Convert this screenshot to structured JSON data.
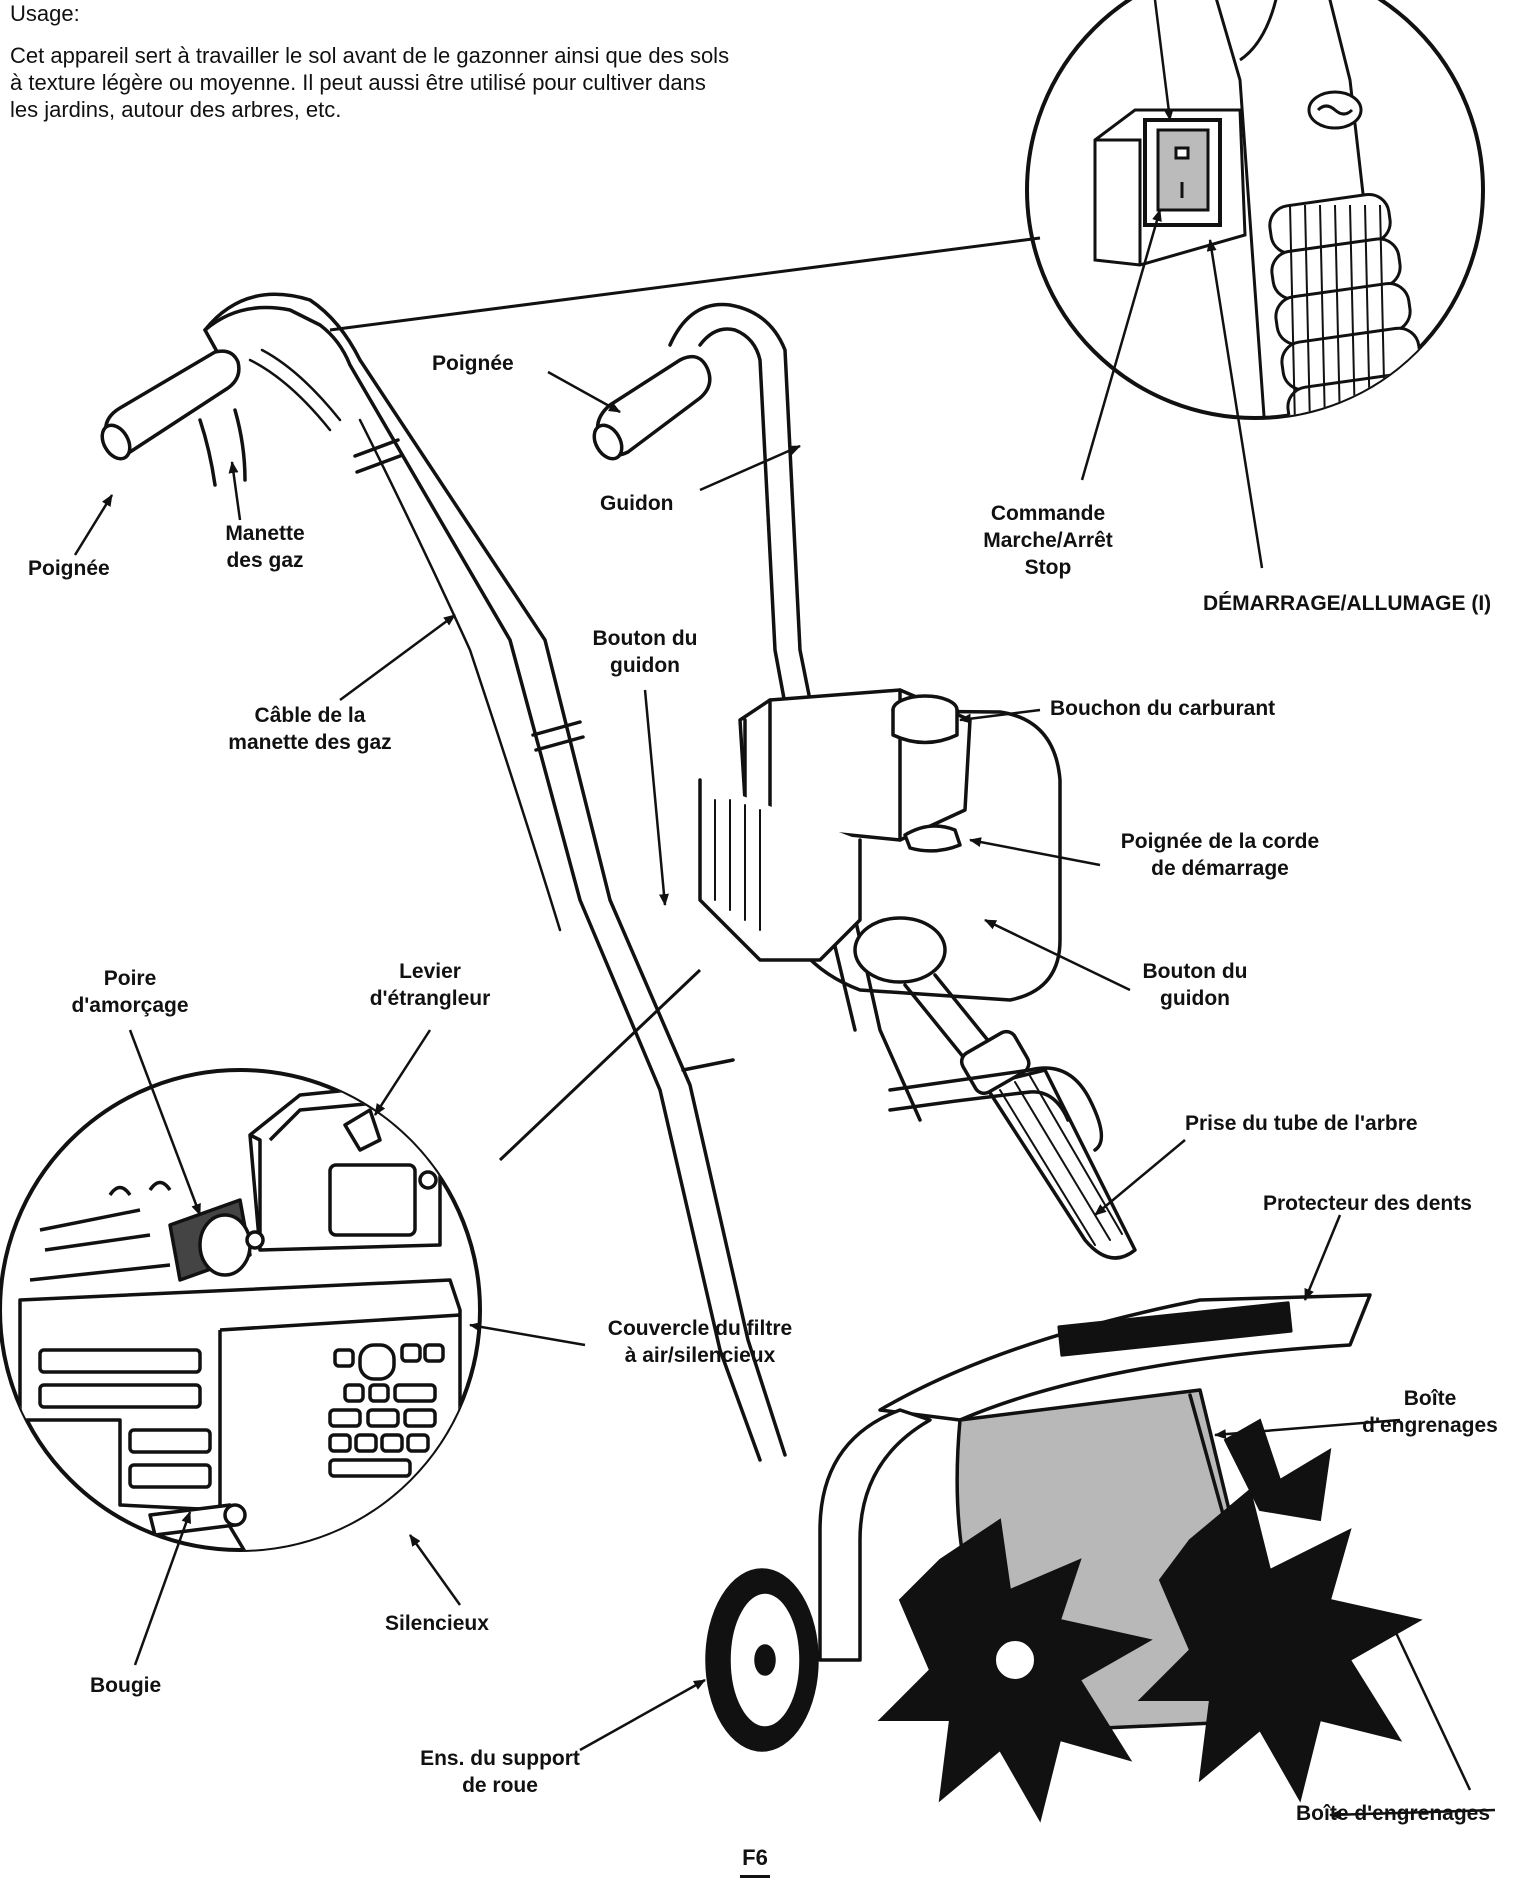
{
  "intro": {
    "heading": "Usage:",
    "text": "Cet appareil sert à travailler le sol avant de le gazonner ainsi que des sols à texture légère ou moyenne. Il peut aussi être utilisé pour cultiver dans les jardins, autour des arbres, etc."
  },
  "labels": {
    "poignee_left": "Poignée",
    "manette_gaz": "Manette\ndes gaz",
    "poignee_right": "Poignée",
    "guidon": "Guidon",
    "commande": "Commande\nMarche/Arrêt\nStop",
    "demarrage": "DÉMARRAGE/ALLUMAGE (I)",
    "cable": "Câble de la\nmanette des gaz",
    "bouton_guidon_top": "Bouton du\nguidon",
    "bouchon": "Bouchon du carburant",
    "poignee_corde": "Poignée de la corde\nde démarrage",
    "bouton_guidon_right": "Bouton du\nguidon",
    "poire": "Poire\nd'amorçage",
    "levier": "Levier\nd'étrangleur",
    "prise_tube": "Prise du tube de l'arbre",
    "protecteur": "Protecteur des dents",
    "couvercle": "Couvercle du filtre\nà air/silencieux",
    "boite_1": "Boîte\nd'engrenages",
    "silencieux": "Silencieux",
    "bougie": "Bougie",
    "support_roue": "Ens. du support\nde roue",
    "boite_2": "Boîte d'engrenages"
  },
  "page_number": "F6",
  "colors": {
    "ink": "#111111",
    "shade": "#b8b8b8",
    "paper": "#ffffff"
  }
}
